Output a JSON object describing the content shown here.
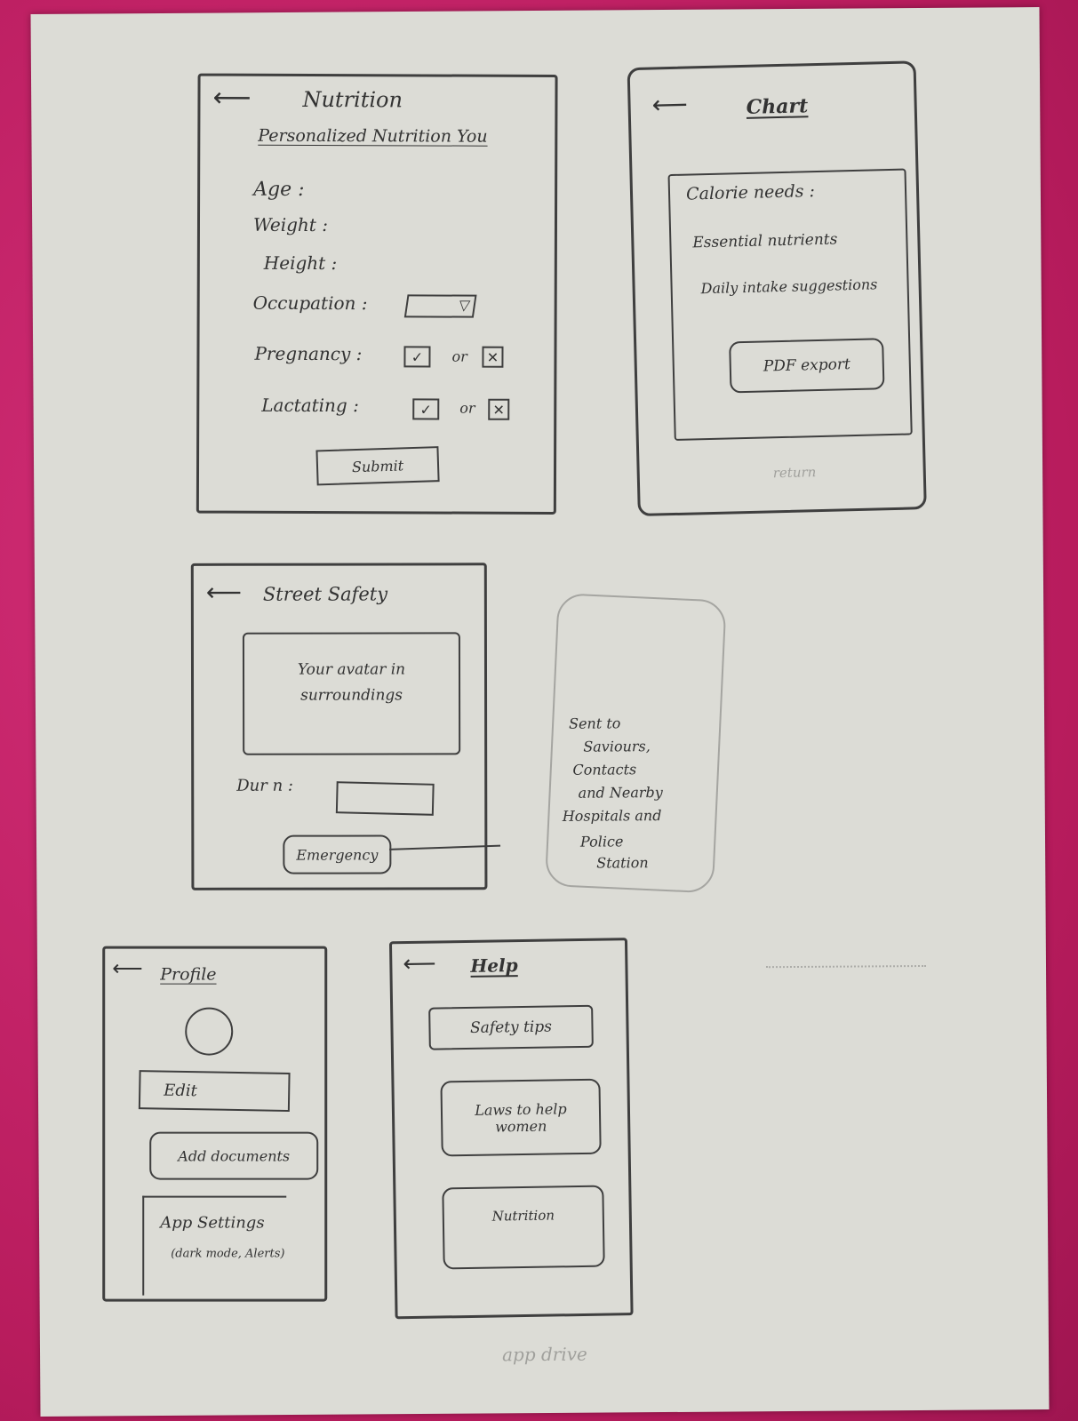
{
  "nutrition": {
    "title": "Nutrition",
    "subtitle": "Personalized Nutrition You",
    "fields": [
      "Age :",
      "Weight :",
      "Height :",
      "Occupation :"
    ],
    "pregnancy_label": "Pregnancy :",
    "lactating_label": "Lactating :",
    "or": "or",
    "yes_mark": "✓",
    "no_mark": "✕",
    "dropdown_arrow": "▽",
    "submit": "Submit"
  },
  "chart": {
    "title": "Chart",
    "calorie": "Calorie needs :",
    "nutrients": "Essential nutrients",
    "daily": "Daily intake suggestions",
    "pdf": "PDF export",
    "return": "return"
  },
  "street_safety": {
    "title": "Street Safety",
    "surroundings": "Your avatar in surroundings",
    "duration": "Dur n :",
    "emergency": "Emergency"
  },
  "emergency_note": {
    "lines": [
      "Sent to",
      "Saviours,",
      "Contacts",
      "and Nearby",
      "Hospitals and",
      "Police",
      "Station"
    ]
  },
  "profile": {
    "title": "Profile",
    "edit": "Edit",
    "add_documents": "Add documents",
    "app_settings": "App Settings",
    "settings_sub": "(dark mode, Alerts)"
  },
  "help": {
    "title": "Help",
    "safety_tips": "Safety tips",
    "laws": "Laws to help women",
    "nutrition": "Nutrition"
  },
  "footer": {
    "caption": "app drive"
  },
  "icons": {
    "back": "back-arrow-icon",
    "avatar": "avatar-circle-icon"
  }
}
